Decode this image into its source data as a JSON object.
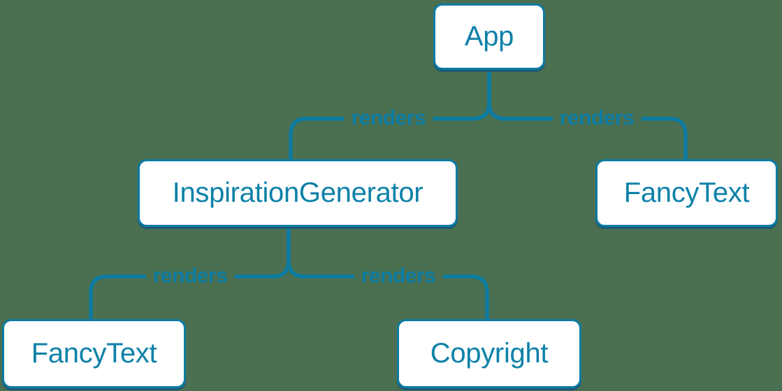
{
  "diagram": {
    "type": "render-tree",
    "root": "App",
    "colors": {
      "background": "#4a7051",
      "accent_blue": "#0c7ba2",
      "node_text_blue": "#0e81a8",
      "node_fill": "#ffffff"
    },
    "nodes": [
      {
        "id": "app",
        "label": "App"
      },
      {
        "id": "inspiration-generator",
        "label": "InspirationGenerator"
      },
      {
        "id": "fancy-text-right",
        "label": "FancyText"
      },
      {
        "id": "fancy-text-left",
        "label": "FancyText"
      },
      {
        "id": "copyright",
        "label": "Copyright"
      }
    ],
    "edges": [
      {
        "from": "App",
        "to": "InspirationGenerator",
        "label": "renders"
      },
      {
        "from": "App",
        "to": "FancyText",
        "label": "renders"
      },
      {
        "from": "InspirationGenerator",
        "to": "FancyText",
        "label": "renders"
      },
      {
        "from": "InspirationGenerator",
        "to": "Copyright",
        "label": "renders"
      }
    ]
  }
}
